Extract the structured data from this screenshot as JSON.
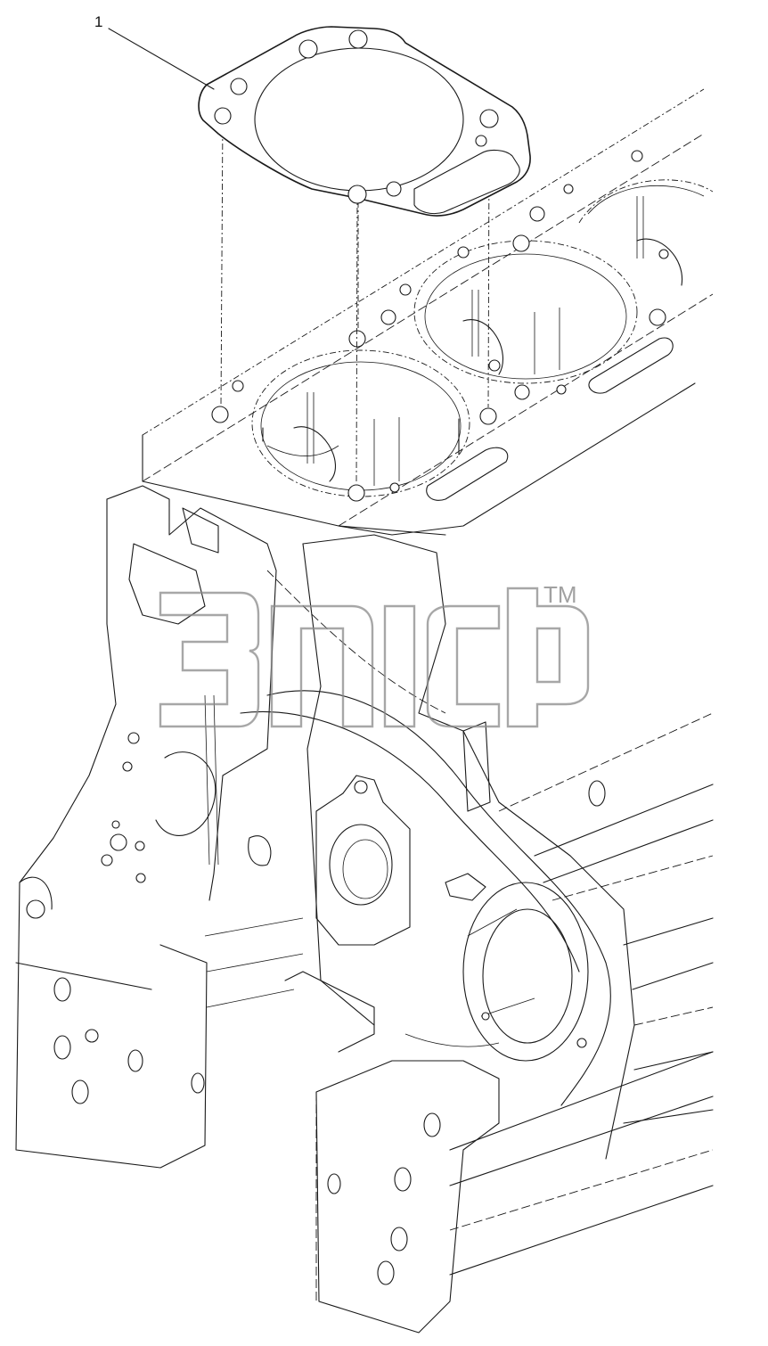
{
  "callouts": [
    {
      "label": "1",
      "part": "gasket"
    }
  ],
  "watermark": {
    "trademark": "TM"
  },
  "colors": {
    "line": "#1a1a1a",
    "background": "#ffffff",
    "watermark": "#8a8a8a"
  }
}
